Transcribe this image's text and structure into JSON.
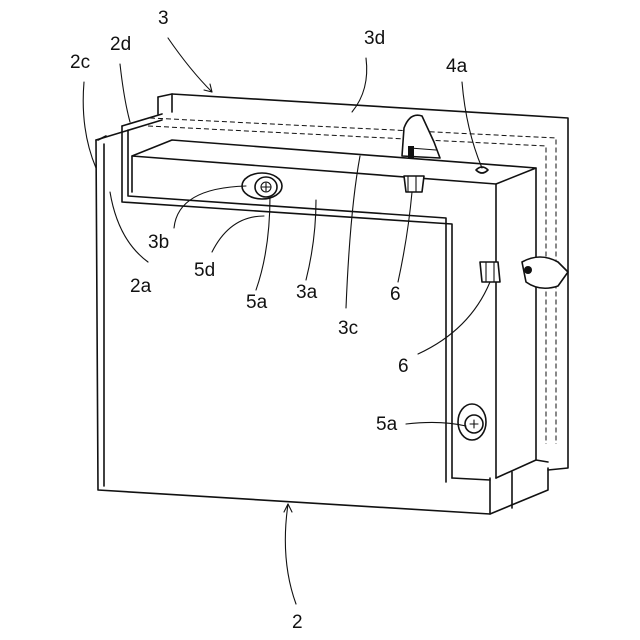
{
  "labels": {
    "l3": "3",
    "l2d": "2d",
    "l3d": "3d",
    "l2c": "2c",
    "l4a": "4a",
    "l3b": "3b",
    "l2a": "2a",
    "l5d": "5d",
    "l5a_top": "5a",
    "l3a": "3a",
    "l6_top": "6",
    "l3c": "3c",
    "l6_side": "6",
    "l5a_side": "5a",
    "l2": "2"
  },
  "colors": {
    "line": "#111111",
    "background": "#ffffff"
  }
}
